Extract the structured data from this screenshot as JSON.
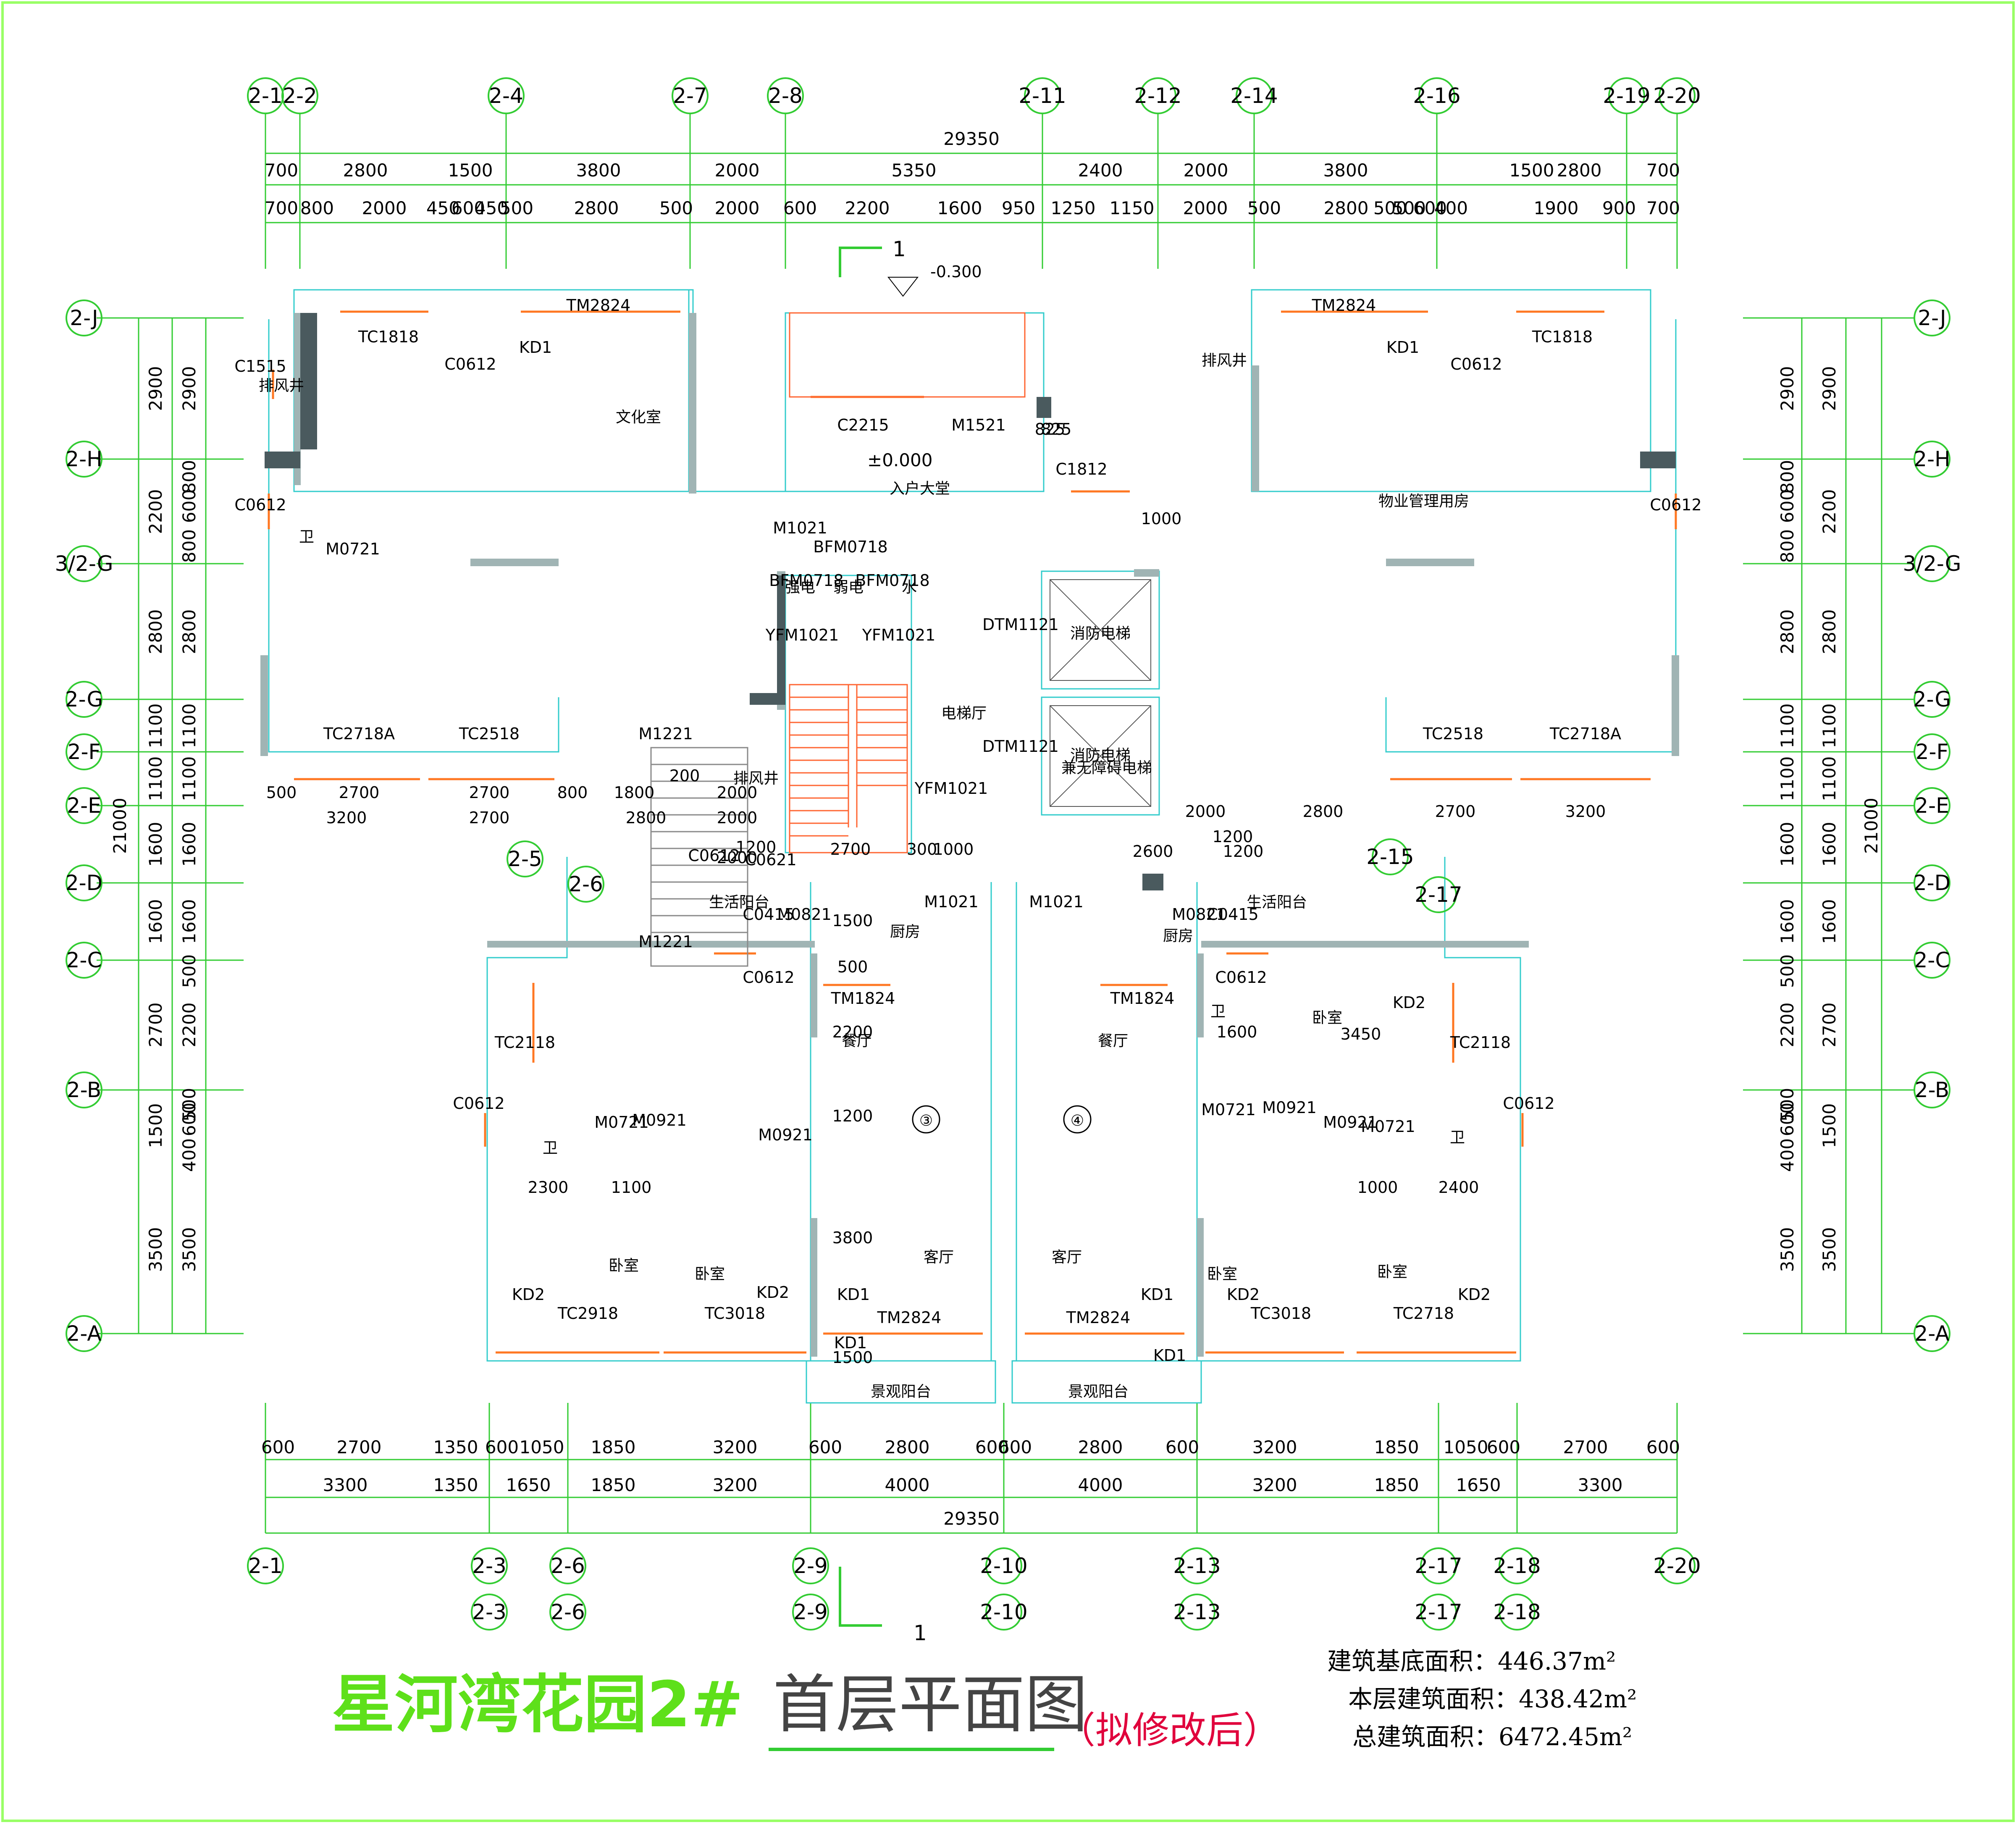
{
  "title": {
    "main": "星河湾花园2#",
    "sub": "首层平面图",
    "note": "（拟修改后）"
  },
  "areas": [
    "建筑基底面积：446.37m²",
    "本层建筑面积：438.42m²",
    "总建筑面积：6472.45m²"
  ],
  "grid": {
    "top": [
      "2-1",
      "2-2",
      "2-4",
      "2-7",
      "2-8",
      "2-11",
      "2-12",
      "2-14",
      "2-16",
      "2-19",
      "2-20"
    ],
    "bottom": [
      "2-1",
      "2-3",
      "2-6",
      "2-9",
      "2-10",
      "2-13",
      "2-17",
      "2-18",
      "2-20"
    ],
    "bottom2": [
      "2-3",
      "2-6",
      "2-9",
      "2-10",
      "2-13",
      "2-17",
      "2-18"
    ],
    "rows": [
      "2-J",
      "2-H",
      "3/2-G",
      "2-G",
      "2-F",
      "2-E",
      "2-D",
      "2-C",
      "2-B",
      "2-A"
    ],
    "mid": [
      "2-5",
      "2-6",
      "2-15",
      "2-17"
    ]
  },
  "dims": {
    "top_total": "29350",
    "top_row1": [
      "700",
      "2800",
      "1500",
      "3800",
      "2000",
      "5350",
      "2400",
      "2000",
      "3800",
      "1500",
      "2800",
      "700"
    ],
    "top_row2": [
      "700",
      "800",
      "2000",
      "450",
      "600",
      "450",
      "500",
      "2800",
      "500",
      "2000",
      "600",
      "2200",
      "1600",
      "950",
      "1250",
      "1150",
      "2000",
      "500",
      "2800",
      "500",
      "500",
      "600",
      "400",
      "1900",
      "900",
      "700"
    ],
    "bottom_row1": [
      "600",
      "2700",
      "1350",
      "600",
      "1050",
      "1850",
      "3200",
      "600",
      "2800",
      "600",
      "600",
      "2800",
      "600",
      "3200",
      "1850",
      "1050",
      "600",
      "2700",
      "600"
    ],
    "bottom_row2": [
      "3300",
      "1350",
      "1650",
      "1850",
      "3200",
      "4000",
      "4000",
      "3200",
      "1850",
      "1650",
      "3300"
    ],
    "bottom_total": "29350",
    "left_total": "21000",
    "left_col1": [
      "2900",
      "2200",
      "2800",
      "1100",
      "1100",
      "1600",
      "1600",
      "2700",
      "1500",
      "3500"
    ],
    "left_col2": [
      "2900",
      "800",
      "600",
      "800",
      "2800",
      "1100",
      "1100",
      "1600",
      "1600",
      "500",
      "2200",
      "500",
      "600",
      "400",
      "3500"
    ],
    "right_total": "21000",
    "right_col1": [
      "2900",
      "800",
      "600",
      "800",
      "2800",
      "1100",
      "1100",
      "1600",
      "1600",
      "500",
      "2200",
      "500",
      "600",
      "400",
      "3500"
    ],
    "right_col2": [
      "2900",
      "2200",
      "2800",
      "1100",
      "1100",
      "1600",
      "1600",
      "2700",
      "1500",
      "3500"
    ],
    "inner": [
      "500",
      "2700",
      "2700",
      "800",
      "1800",
      "200",
      "2000",
      "3200",
      "2700",
      "2800",
      "2000",
      "1200",
      "2000",
      "2700",
      "300",
      "1000",
      "2600",
      "1200",
      "2000",
      "2800",
      "2700",
      "3200",
      "2300",
      "1100",
      "1000",
      "2400",
      "825",
      "1200",
      "1000",
      "1500",
      "500",
      "2200",
      "1200",
      "3800",
      "1500",
      "1600",
      "3450"
    ]
  },
  "section": {
    "num": "1",
    "level": "-0.300"
  },
  "elevation": "±0.000",
  "rooms": [
    "文化室",
    "入户大堂",
    "物业管理用房",
    "排风井",
    "排风井",
    "排风井",
    "强电",
    "弱电",
    "水",
    "消防电梯",
    "消防电梯",
    "兼无障碍电梯",
    "电梯厅",
    "生活阳台",
    "生活阳台",
    "厨房",
    "厨房",
    "餐厅",
    "餐厅",
    "客厅",
    "客厅",
    "卧室",
    "卧室",
    "卧室",
    "卧室",
    "卧室",
    "卫",
    "卫",
    "卫",
    "卫",
    "景观阳台",
    "景观阳台"
  ],
  "units": [
    "③",
    "④"
  ],
  "codes": [
    "TM2824",
    "TM2824",
    "TC1818",
    "TC1818",
    "C0612",
    "C0612",
    "KD1",
    "KD1",
    "C1515",
    "C0612",
    "C0612",
    "M0721",
    "C2215",
    "M1521",
    "C1812",
    "825",
    "M1021",
    "BFM0718",
    "BFM0718",
    "BFM0718",
    "YFM1021",
    "YFM1021",
    "DTM1121",
    "DTM1121",
    "YFM1021",
    "TC2718A",
    "TC2518",
    "TC2518",
    "TC2718A",
    "M1221",
    "C0612",
    "C0621",
    "C0415",
    "M0821",
    "M1021",
    "M1021",
    "M0821",
    "C0415",
    "M1221",
    "C0612",
    "TM1824",
    "TM1824",
    "C0612",
    "KD2",
    "TC2118",
    "TC2118",
    "C0612",
    "M0721",
    "M0921",
    "M0921",
    "M0721",
    "M0921",
    "M0921",
    "M0721",
    "C0612",
    "KD2",
    "KD2",
    "KD1",
    "KD1",
    "KD2",
    "KD2",
    "TC2918",
    "TC3018",
    "TM2824",
    "TM2824",
    "TC3018",
    "TC2718",
    "KD1",
    "KD1"
  ],
  "colors": {
    "dim_line": "#33cc33",
    "wall": "#a0b4b4",
    "wall_line": "#33cccc",
    "window": "#ff7722",
    "stair": "#ff6633",
    "title_green": "#5ee01a",
    "note_red": "#e0003c",
    "frame": "#99ff66"
  }
}
